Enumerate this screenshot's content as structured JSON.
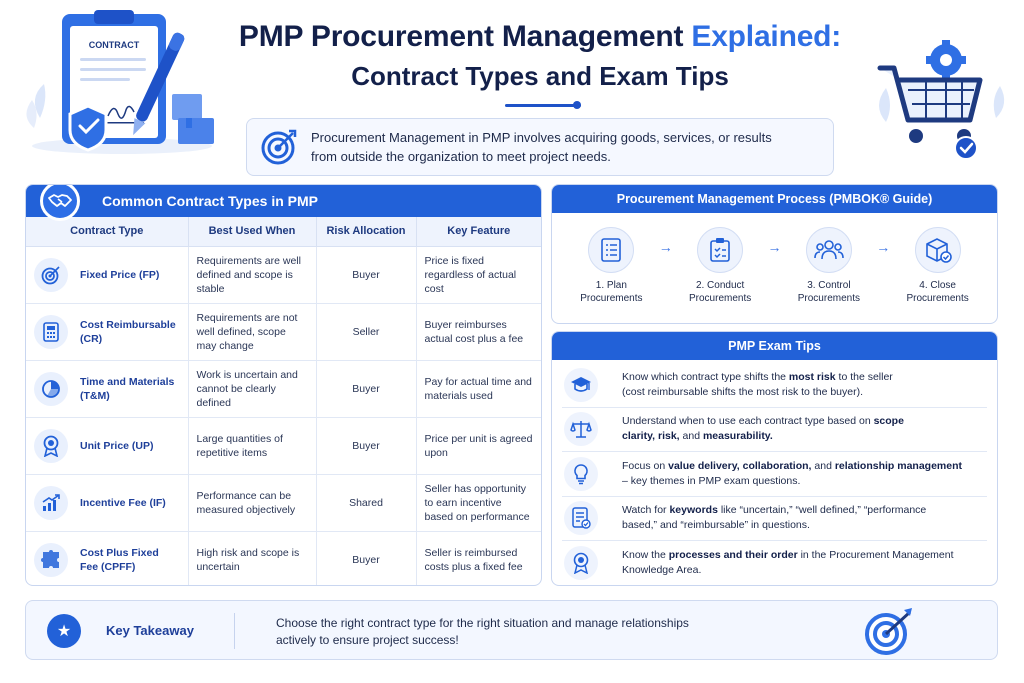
{
  "header": {
    "title_main": "PMP Procurement Management ",
    "title_highlight": "Explained:",
    "subtitle": "Contract Types and Exam Tips"
  },
  "illustrations": {
    "contract_label": "CONTRACT",
    "left_icons": [
      "clipboard-contract-icon",
      "pen-icon",
      "shield-check-icon",
      "boxes-icon"
    ],
    "right_icons": [
      "shopping-cart-icon",
      "gear-icon",
      "check-badge-icon"
    ]
  },
  "intro": {
    "line1": "Procurement Management in PMP involves acquiring goods, services, or results",
    "line2": "from outside the organization to meet project needs."
  },
  "contract_types": {
    "heading": "Common Contract Types in PMP",
    "columns": [
      "Contract Type",
      "Best Used When",
      "Risk Allocation",
      "Key Feature"
    ],
    "rows": [
      {
        "icon": "target-icon",
        "type": "Fixed Price (FP)",
        "when": "Requirements are well defined and scope is stable",
        "risk": "Buyer",
        "feature": "Price is fixed regardless of actual cost"
      },
      {
        "icon": "calculator-icon",
        "type": "Cost Reimbursable (CR)",
        "when": "Requirements are not well defined, scope may change",
        "risk": "Seller",
        "feature": "Buyer reimburses actual cost plus a fee"
      },
      {
        "icon": "pie-chart-icon",
        "type": "Time and Materials (T&M)",
        "when": "Work is uncertain and cannot be clearly defined",
        "risk": "Buyer",
        "feature": "Pay for actual time and materials used"
      },
      {
        "icon": "award-ribbon-icon",
        "type": "Unit Price (UP)",
        "when": "Large quantities of repetitive items",
        "risk": "Buyer",
        "feature": "Price per unit is agreed upon"
      },
      {
        "icon": "growth-chart-icon",
        "type": "Incentive Fee (IF)",
        "when": "Performance can be measured objectively",
        "risk": "Shared",
        "feature": "Seller has opportunity to earn incentive based on performance"
      },
      {
        "icon": "puzzle-icon",
        "type": "Cost Plus Fixed Fee (CPFF)",
        "when": "High risk and scope is uncertain",
        "risk": "Buyer",
        "feature": "Seller is reimbursed costs plus a fixed fee"
      }
    ]
  },
  "process": {
    "heading": "Procurement Management Process (PMBOK® Guide)",
    "steps": [
      {
        "icon": "checklist-icon",
        "label_l1": "1. Plan",
        "label_l2": "Procurements"
      },
      {
        "icon": "clipboard-icon",
        "label_l1": "2. Conduct",
        "label_l2": "Procurements"
      },
      {
        "icon": "team-icon",
        "label_l1": "3. Control",
        "label_l2": "Procurements"
      },
      {
        "icon": "box-check-icon",
        "label_l1": "4. Close",
        "label_l2": "Procurements"
      }
    ]
  },
  "tips": {
    "heading": "PMP Exam Tips",
    "items": [
      {
        "icon": "graduation-cap-icon",
        "parts": [
          "Know which contract type shifts the ",
          "most risk",
          " to the seller",
          "(cost reimbursable shifts the most risk to the buyer)."
        ]
      },
      {
        "icon": "scales-icon",
        "parts": [
          "Understand when to use each contract type based on ",
          "scope",
          "clarity, risk,",
          " and ",
          "measurability."
        ]
      },
      {
        "icon": "lightbulb-icon",
        "parts": [
          "Focus on ",
          "value delivery, collaboration,",
          " and ",
          "relationship management",
          "– key themes in PMP exam questions."
        ]
      },
      {
        "icon": "document-check-icon",
        "parts": [
          "Watch for ",
          "keywords",
          " like “uncertain,” “well defined,” “performance",
          "based,” and “reimbursable” in questions."
        ]
      },
      {
        "icon": "medal-icon",
        "parts": [
          "Know the ",
          "processes and their order",
          " in the Procurement Management",
          "Knowledge Area."
        ]
      }
    ]
  },
  "takeaway": {
    "title": "Key Takeaway",
    "line1": "Choose the right contract type for the right situation and manage relationships",
    "line2": "actively to ensure project success!"
  },
  "colors": {
    "primary": "#2261d8",
    "accent": "#2f6fe4",
    "navy": "#13204a",
    "panel_bg": "#f3f7ff"
  }
}
